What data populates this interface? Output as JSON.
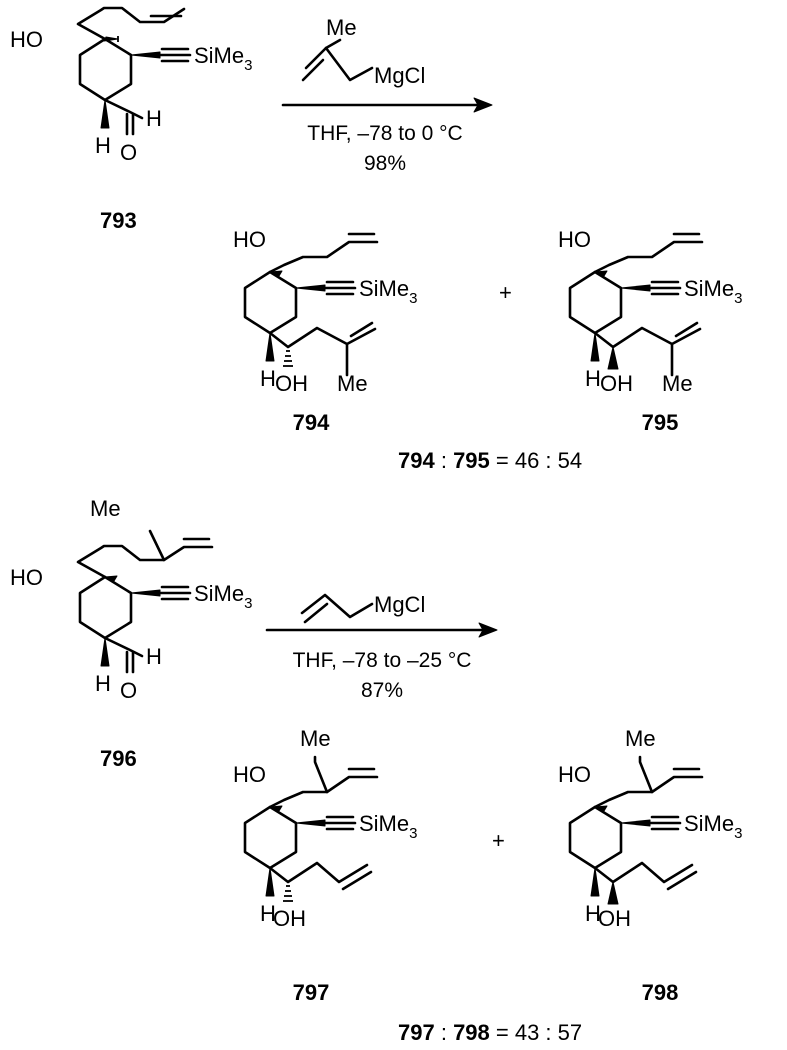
{
  "reactions": [
    {
      "starting_material": {
        "number": "793",
        "labels": {
          "oh": "HO",
          "tms": "SiMe",
          "tms_sub": "3",
          "h_ald": "H",
          "h_ring": "H",
          "o": "O"
        }
      },
      "reagent": {
        "me": "Me",
        "mg": "MgCl"
      },
      "conditions": "THF, –78 to 0 °C",
      "yield": "98%",
      "products": [
        {
          "number": "794",
          "labels": {
            "oh": "HO",
            "tms": "SiMe",
            "tms_sub": "3",
            "h_ring": "H",
            "oh2": "OH",
            "me": "Me"
          }
        },
        {
          "number": "795",
          "labels": {
            "oh": "HO",
            "tms": "SiMe",
            "tms_sub": "3",
            "h_ring": "H",
            "oh2": "OH",
            "me": "Me"
          }
        }
      ],
      "plus": "+",
      "ratio": {
        "a": "794",
        "sep": " : ",
        "b": "795",
        "value": " = 46 : 54"
      }
    },
    {
      "starting_material": {
        "number": "796",
        "labels": {
          "me": "Me",
          "oh": "HO",
          "tms": "SiMe",
          "tms_sub": "3",
          "h_ald": "H",
          "h_ring": "H",
          "o": "O"
        }
      },
      "reagent": {
        "mg": "MgCl"
      },
      "conditions": "THF, –78 to –25 °C",
      "yield": "87%",
      "products": [
        {
          "number": "797",
          "labels": {
            "me": "Me",
            "oh": "HO",
            "tms": "SiMe",
            "tms_sub": "3",
            "h_ring": "H",
            "oh2": "OH"
          }
        },
        {
          "number": "798",
          "labels": {
            "me": "Me",
            "oh": "HO",
            "tms": "SiMe",
            "tms_sub": "3",
            "h_ring": "H",
            "oh2": "OH"
          }
        }
      ],
      "plus": "+",
      "ratio": {
        "a": "797",
        "sep": " : ",
        "b": "798",
        "value": " = 43 : 57"
      }
    }
  ]
}
